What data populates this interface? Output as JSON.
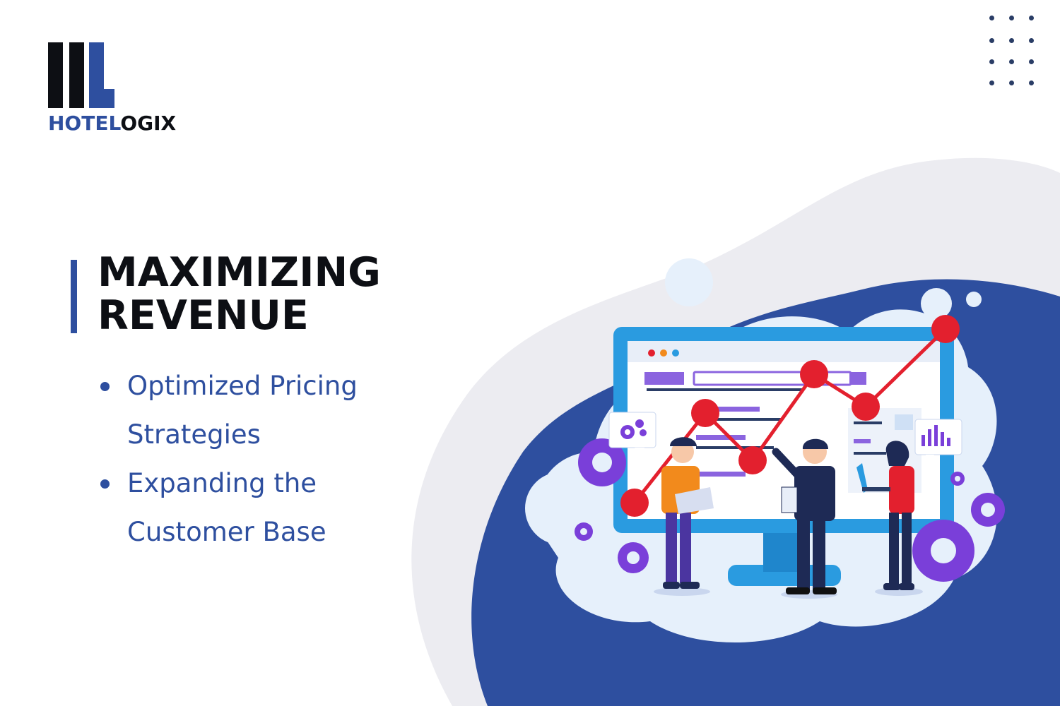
{
  "brand": {
    "name_part1": "HOTEL",
    "name_part2": "OGIX",
    "colors": {
      "primary": "#2e4f9f",
      "dark": "#0d0f14",
      "accent_red": "#e3202e",
      "purple": "#7a3fd9"
    }
  },
  "headline": {
    "line1": "MAXIMIZING",
    "line2": "REVENUE"
  },
  "bullets": [
    {
      "text": "Optimized Pricing Strategies"
    },
    {
      "text": "Expanding the Customer Base"
    }
  ],
  "illustration": {
    "icon": "revenue-growth-chart-illustration"
  }
}
